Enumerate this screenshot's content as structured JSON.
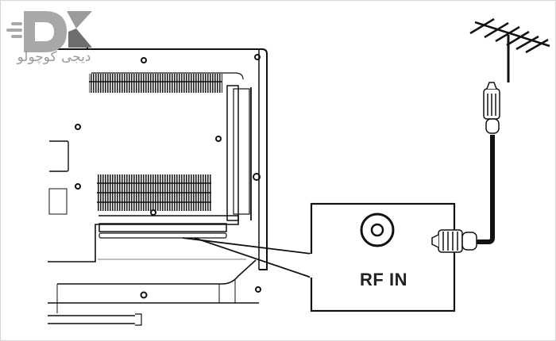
{
  "logo": {
    "mark": "DK",
    "caption": "دیجی کوچولو",
    "color": "#9a9a9a"
  },
  "callout": {
    "label": "RF IN"
  },
  "diagram": {
    "subject": "TV rear panel antenna connection",
    "components": [
      "tv-rear-panel",
      "rf-in-port",
      "coaxial-cable",
      "antenna"
    ]
  }
}
